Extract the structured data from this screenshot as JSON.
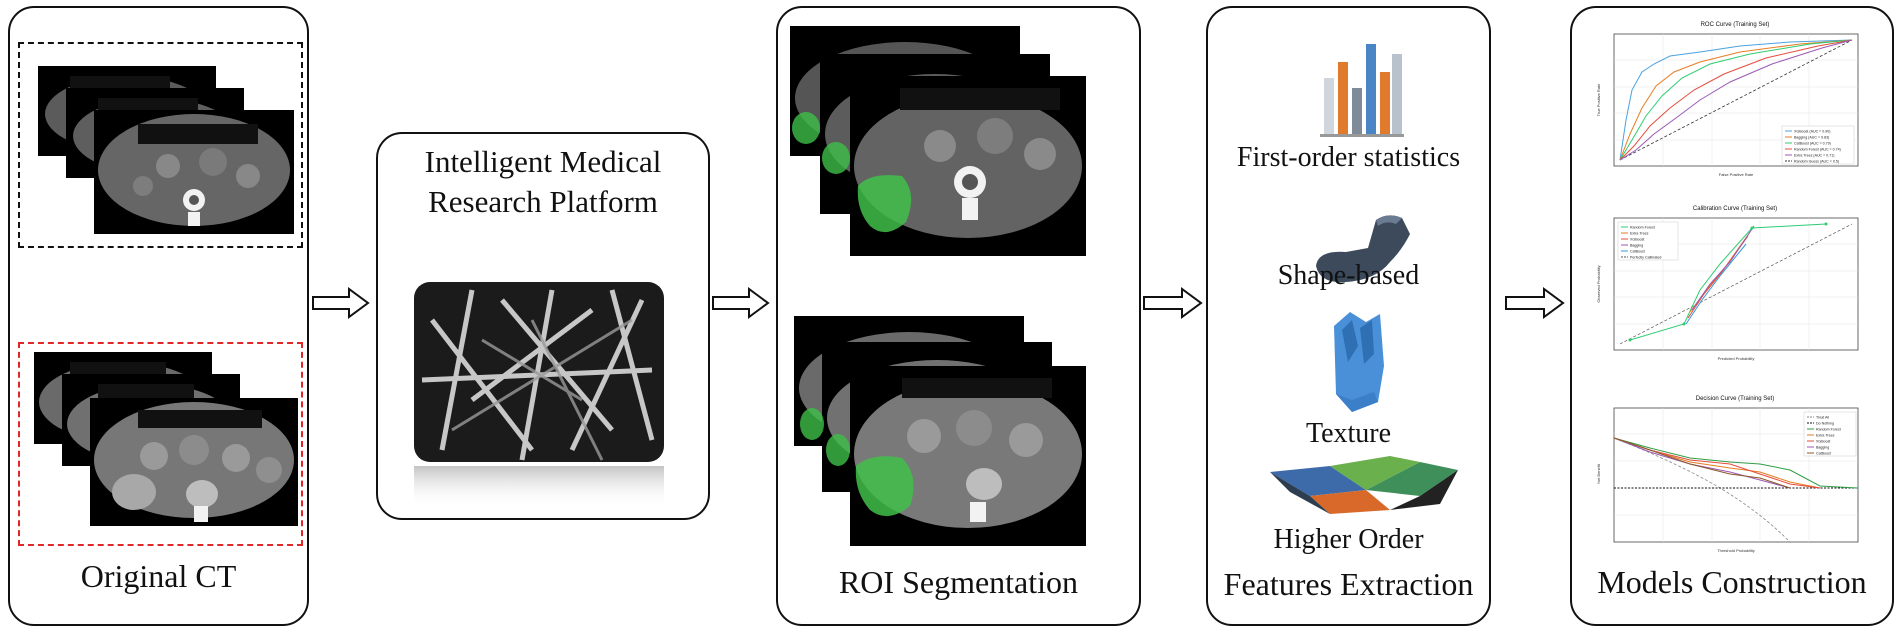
{
  "panels": {
    "original_ct": {
      "label": "Original CT"
    },
    "platform": {
      "title_line1": "Intelligent Medical",
      "title_line2": "Research Platform"
    },
    "roi": {
      "label": "ROI Segmentation"
    },
    "features": {
      "label": "Features Extraction",
      "items": [
        "First-order statistics",
        "Shape-based",
        "Texture",
        "Higher Order"
      ]
    },
    "models": {
      "label": "Models Construction",
      "plots": [
        "ROC Curve (Training Set)",
        "Calibration Curve (Training Set)",
        "Decision Curve (Training Set)"
      ]
    }
  },
  "colors": {
    "dash_black": "#111111",
    "dash_red": "#e0272a",
    "roi_green": "#3fbf4a",
    "bone": "#f2f2f2"
  },
  "plots": {
    "roc": {
      "xlabel": "False Positive Rate",
      "ylabel": "True Positive Rate",
      "legend": [
        "XGBoost (AUC = 0.90)",
        "Bagging (AUC = 0.83)",
        "CatBoost (AUC = 0.79)",
        "Random Forest (AUC = 0.74)",
        "Extra Trees (AUC = 0.71)",
        "Random Guess (AUC = 0.5)"
      ]
    },
    "calibration": {
      "xlabel": "Predicted Probability",
      "ylabel": "Observed Probability",
      "legend": [
        "Random Forest",
        "Extra Trees",
        "XGBoost",
        "Bagging",
        "CatBoost",
        "Perfectly Calibrated"
      ]
    },
    "decision": {
      "xlabel": "Threshold Probability",
      "ylabel": "Net Benefit",
      "legend": [
        "Treat All",
        "Do Nothing",
        "Random Forest",
        "Extra Trees",
        "XGBoost",
        "Bagging",
        "CatBoost"
      ]
    }
  }
}
